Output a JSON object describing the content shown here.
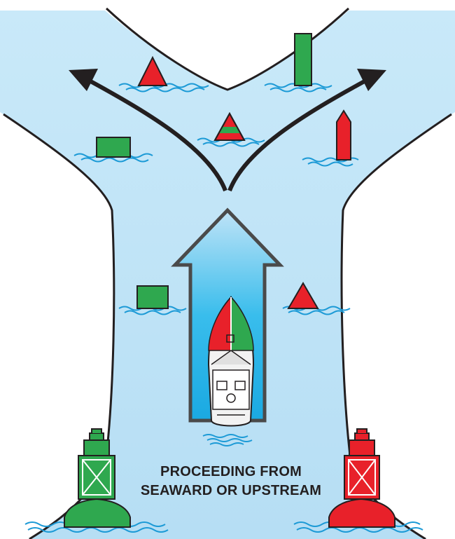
{
  "caption": {
    "line1": "PROCEEDING FROM",
    "line2": "SEAWARD OR UPSTREAM"
  },
  "colors": {
    "water": "#bfe3f7",
    "water_deep": "#29b6e8",
    "green": "#2fa84f",
    "red": "#e8212a",
    "outline": "#231f20"
  },
  "icons": [
    "channel-fork",
    "direction-arrows",
    "boat",
    "green-can-buoy",
    "red-nun-buoy",
    "junction-buoy",
    "lighted-bell-buoy"
  ]
}
